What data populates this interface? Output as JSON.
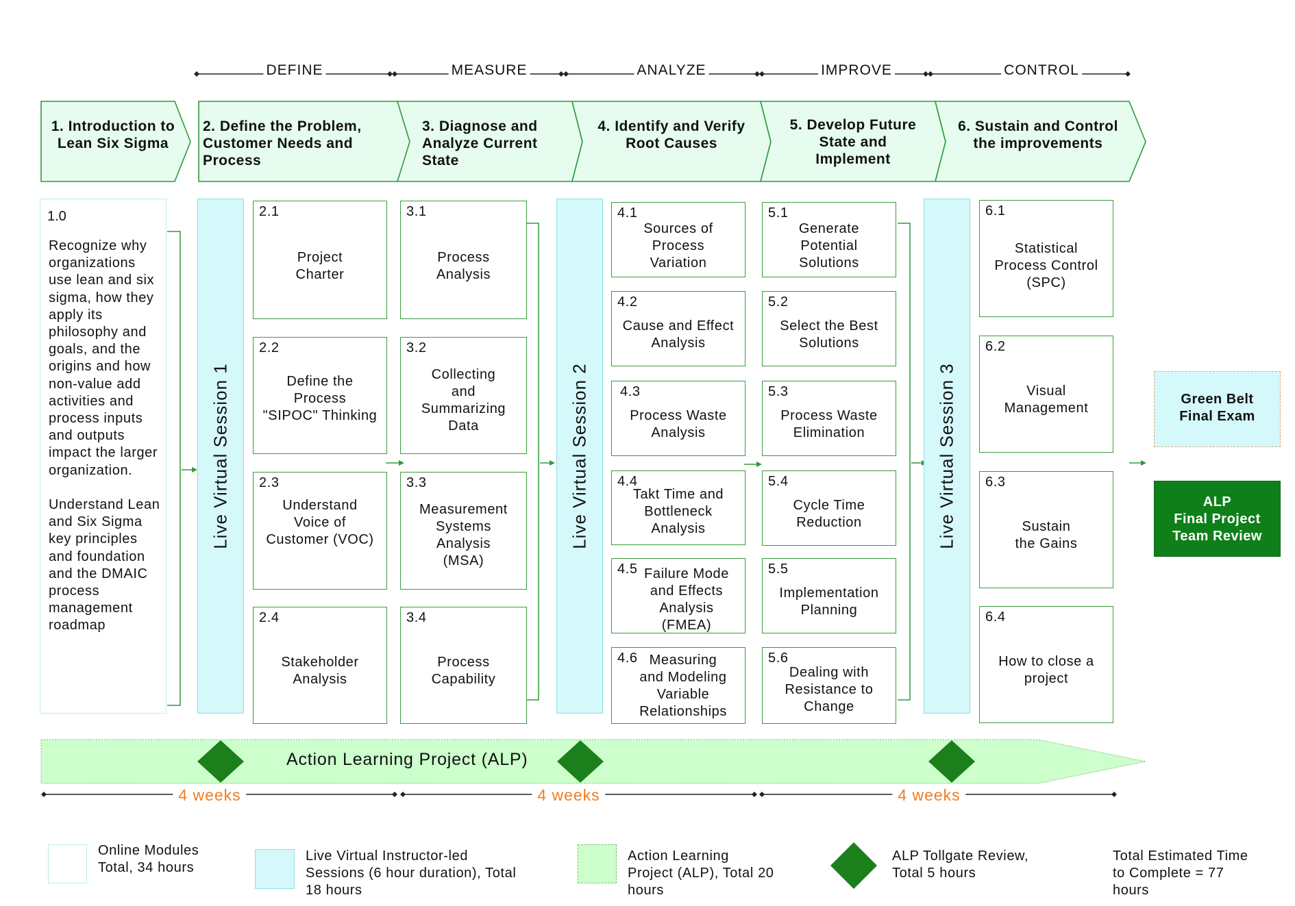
{
  "phases": {
    "define": "DEFINE",
    "measure": "MEASURE",
    "analyze": "ANALYZE",
    "improve": "IMPROVE",
    "control": "CONTROL"
  },
  "chevrons": {
    "c1": "1. Introduction to\nLean Six Sigma",
    "c2": "2. Define the Problem,\nCustomer Needs and\nProcess",
    "c3": "3. Diagnose and\nAnalyze Current\nState",
    "c4": "4. Identify and Verify\nRoot Causes",
    "c5": "5. Develop Future\nState and\nImplement",
    "c6": "6. Sustain and Control\nthe improvements"
  },
  "intro": {
    "num": "1.0",
    "text": "Recognize why organizations use lean and six sigma, how they apply its philosophy and goals, and the origins and how non-value add activities and  process inputs and outputs impact the larger organization.\n\nUnderstand Lean and Six Sigma key principles and foundation and the DMAIC process management roadmap"
  },
  "sessions": {
    "s1": "Live Virtual Session 1",
    "s2": "Live Virtual Session 2",
    "s3": "Live Virtual Session 3"
  },
  "modules": {
    "m21": {
      "num": "2.1",
      "title": "Project\nCharter"
    },
    "m22": {
      "num": "2.2",
      "title": "Define the\nProcess\n\"SIPOC\" Thinking"
    },
    "m23": {
      "num": "2.3",
      "title": "Understand\nVoice of\nCustomer (VOC)"
    },
    "m24": {
      "num": "2.4",
      "title": "Stakeholder\nAnalysis"
    },
    "m31": {
      "num": "3.1",
      "title": "Process\nAnalysis"
    },
    "m32": {
      "num": "3.2",
      "title": "Collecting\nand\nSummarizing\nData"
    },
    "m33": {
      "num": "3.3",
      "title": "Measurement\nSystems\nAnalysis\n(MSA)"
    },
    "m34": {
      "num": "3.4",
      "title": "Process\nCapability"
    },
    "m41": {
      "num": "4.1",
      "title": "Sources of\nProcess\nVariation"
    },
    "m42": {
      "num": "4.2",
      "title": "Cause and Effect\nAnalysis"
    },
    "m43": {
      "num": "4.3",
      "title": "Process Waste\nAnalysis"
    },
    "m44": {
      "num": "4.4",
      "title": "Takt Time and\nBottleneck\nAnalysis"
    },
    "m45": {
      "num": "4.5",
      "title": "Failure Mode\nand Effects\nAnalysis\n(FMEA)"
    },
    "m46": {
      "num": "4.6",
      "title": "Measuring\nand Modeling\nVariable\nRelationships"
    },
    "m51": {
      "num": "5.1",
      "title": "Generate\nPotential\nSolutions"
    },
    "m52": {
      "num": "5.2",
      "title": "Select the Best\nSolutions"
    },
    "m53": {
      "num": "5.3",
      "title": "Process Waste\nElimination"
    },
    "m54": {
      "num": "5.4",
      "title": "Cycle Time\nReduction"
    },
    "m55": {
      "num": "5.5",
      "title": "Implementation\nPlanning"
    },
    "m56": {
      "num": "5.6",
      "title": "Dealing with\nResistance to\nChange"
    },
    "m61": {
      "num": "6.1",
      "title": "Statistical\nProcess Control\n(SPC)"
    },
    "m62": {
      "num": "6.2",
      "title": "Visual\nManagement"
    },
    "m63": {
      "num": "6.3",
      "title": "Sustain\nthe Gains"
    },
    "m64": {
      "num": "6.4",
      "title": "How to close a\nproject"
    }
  },
  "final": {
    "exam": "Green Belt\nFinal Exam",
    "review": "ALP\nFinal Project\nTeam Review"
  },
  "alp_banner": "Action Learning Project (ALP)",
  "weeks": {
    "w1": "4 weeks",
    "w2": "4 weeks",
    "w3": "4 weeks"
  },
  "legend": {
    "online": "Online Modules\nTotal, 34 hours",
    "live": "Live Virtual Instructor-led\nSessions (6 hour duration), Total\n18 hours",
    "alp": "Action Learning\nProject (ALP), Total 20\nhours",
    "tollgate": "ALP Tollgate Review,\nTotal 5 hours",
    "total": "Total Estimated Time\nto Complete = 77\nhours"
  },
  "colors": {
    "chevron_fill": "#e5fcee",
    "chevron_border": "#2e9a3a",
    "session_fill": "#d5f8fb",
    "alp_fill": "#ccffcc",
    "diamond": "#1b7f1b",
    "exam_fill": "#d5f8fb",
    "exam_border": "#f0a070",
    "review_fill": "#0f7f1a",
    "weeks": "#f07c1e"
  }
}
